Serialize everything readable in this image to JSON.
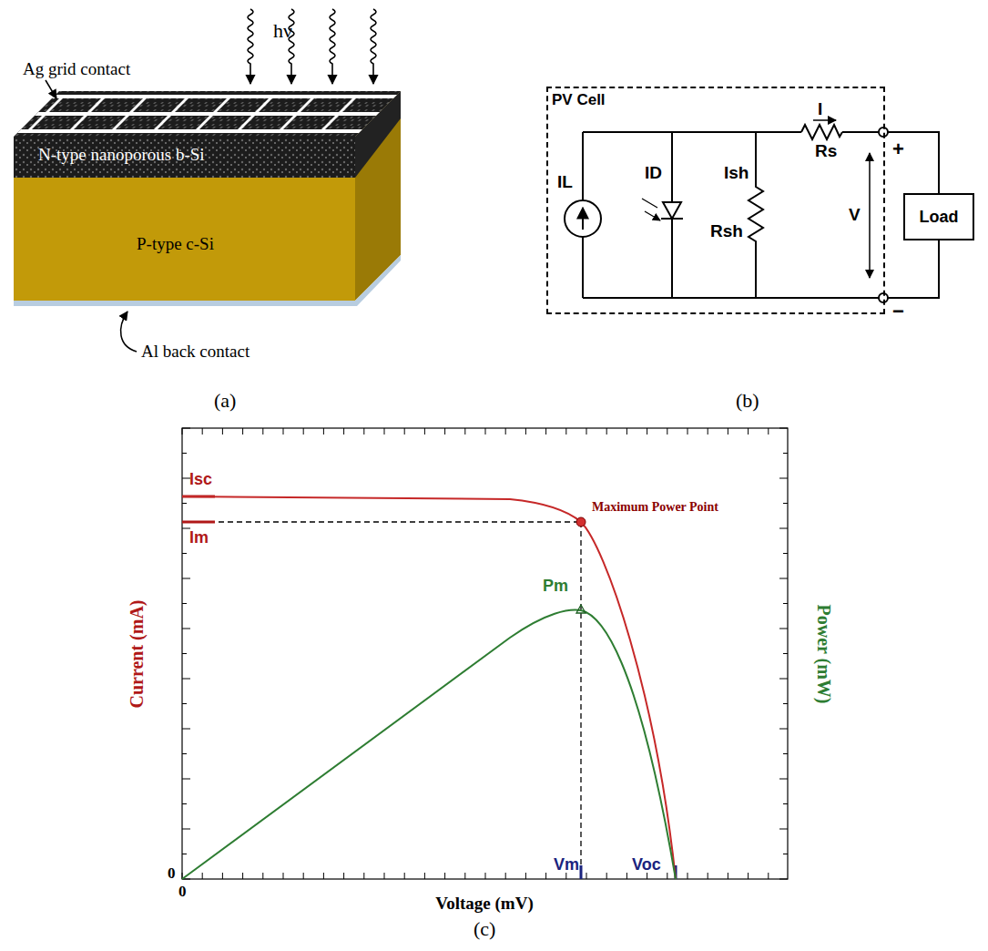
{
  "diagram": {
    "nodes": [
      {
        "text": [
          "PV Cell"
        ]
      },
      {
        "text": [
          "Load"
        ]
      }
    ],
    "edges": [
      {
        "from": 0,
        "to": 1,
        "arrow": "none"
      },
      {
        "from": 0,
        "to": 1,
        "arrow": "none"
      }
    ],
    "labels": [
      "hν",
      "Ag grid contact",
      "N-type nanoporous b-Si",
      "P-type c-Si",
      "Al back contact",
      "(a)",
      "IL",
      "ID",
      "Ish",
      "Rsh",
      "Rs",
      "I",
      "+",
      "V",
      "−",
      "(b)",
      "Isc",
      "Im",
      "Maximum Power Point",
      "Pm",
      "Vm",
      "Voc",
      "Current (mA)",
      "Power (mW)",
      "Voltage (mV)",
      "0",
      "0",
      "(c)"
    ]
  }
}
